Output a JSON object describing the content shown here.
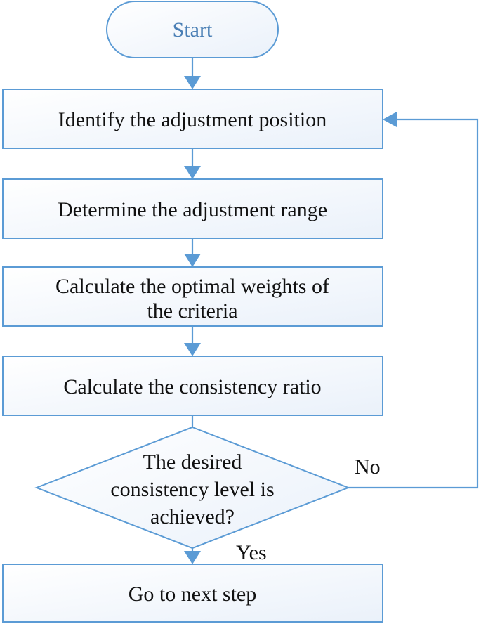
{
  "flowchart": {
    "start": "Start",
    "steps": [
      {
        "lines": [
          "Identify the adjustment position"
        ]
      },
      {
        "lines": [
          "Determine the adjustment range"
        ]
      },
      {
        "lines": [
          "Calculate the optimal weights of",
          "the criteria"
        ]
      },
      {
        "lines": [
          "Calculate the consistency ratio"
        ]
      }
    ],
    "decision": {
      "lines": [
        "The desired",
        "consistency level is",
        "achieved?"
      ]
    },
    "no_label": "No",
    "yes_label": "Yes",
    "final": {
      "lines": [
        "Go to next step"
      ]
    }
  }
}
